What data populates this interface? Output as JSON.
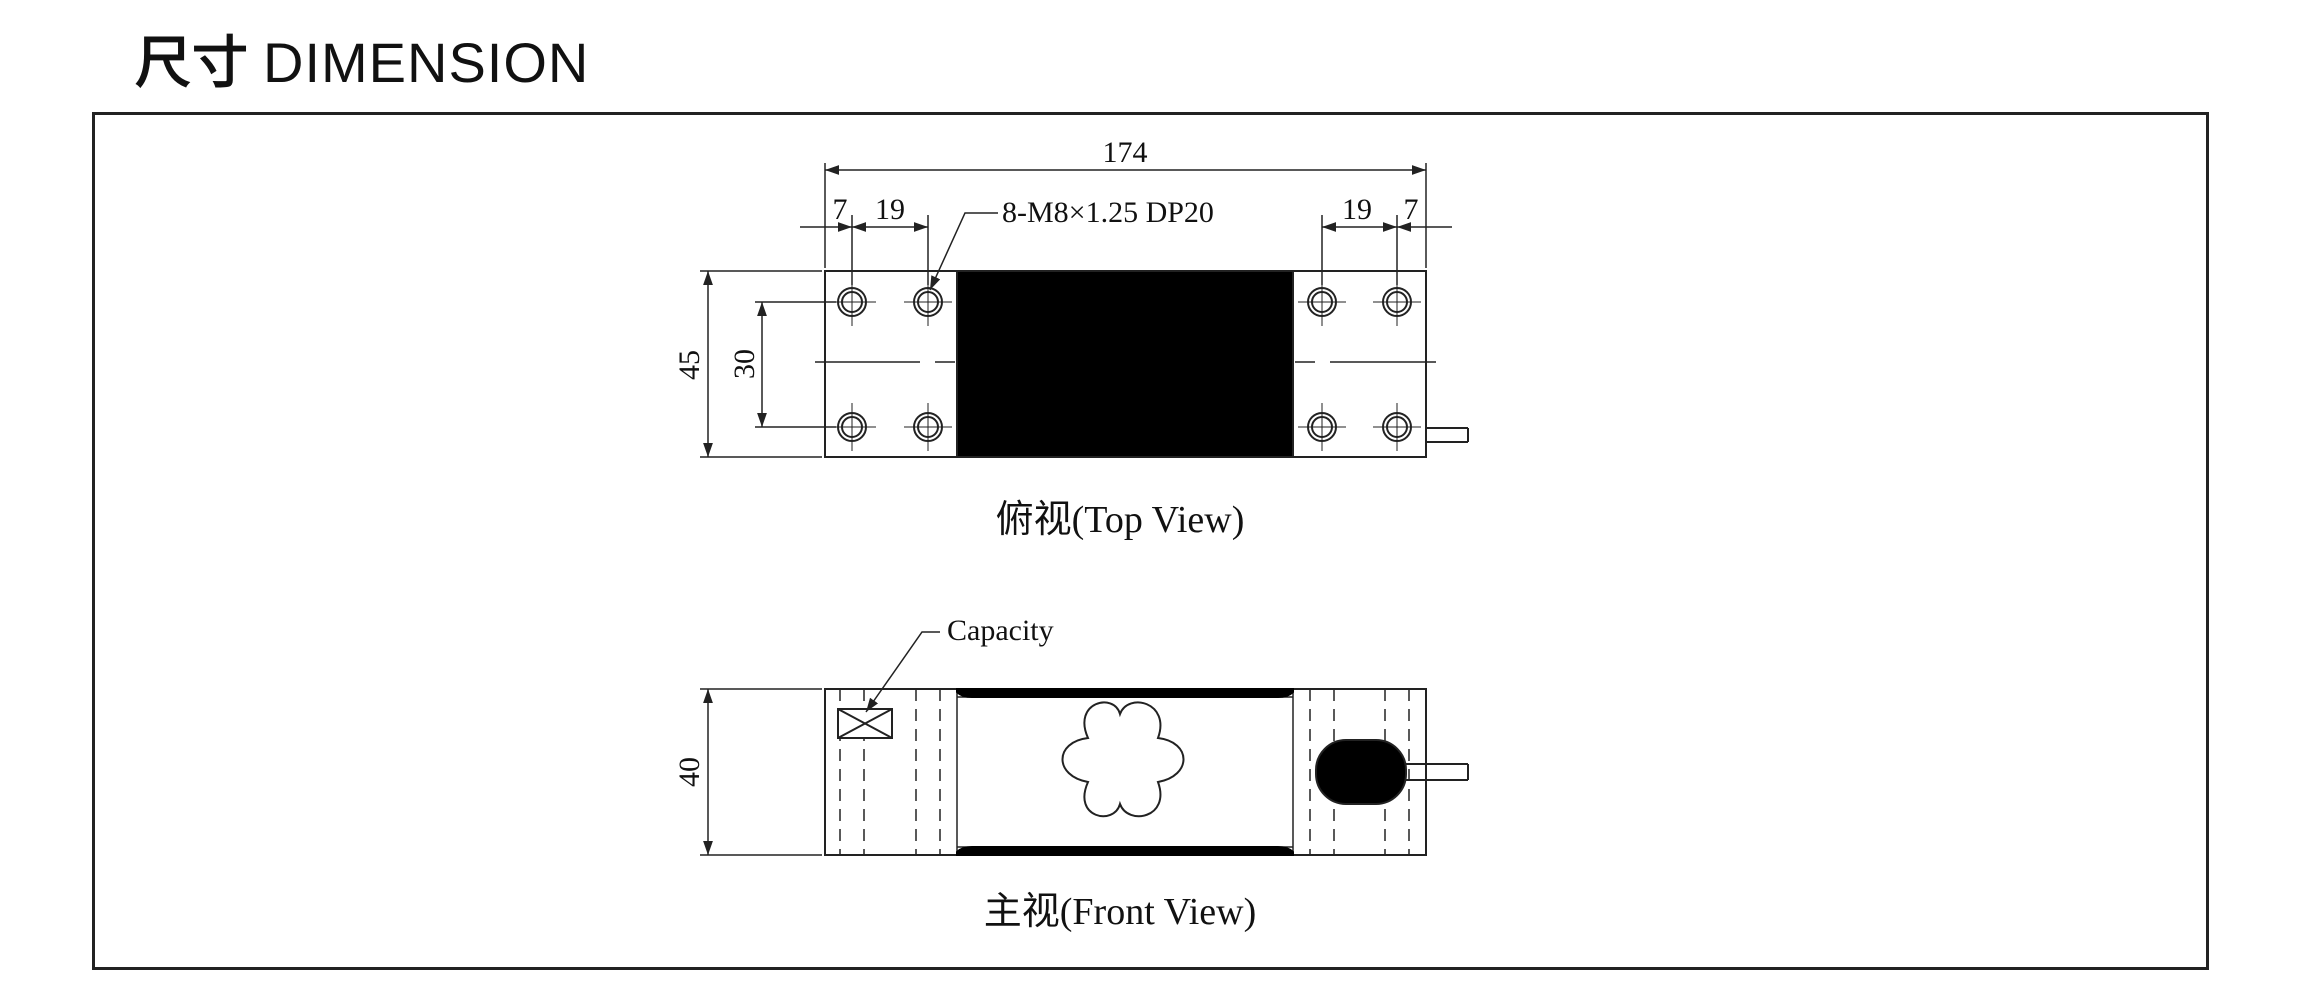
{
  "title": {
    "cn": "尺寸",
    "en": "DIMENSION"
  },
  "top_view": {
    "label": "俯视(Top View)",
    "dim_overall_length": "174",
    "dim_edge_left": "7",
    "dim_pitch_left": "19",
    "dim_pitch_right": "19",
    "dim_edge_right": "7",
    "dim_width": "45",
    "dim_hole_spacing": "30",
    "hole_callout": "8-M8×1.25 DP20"
  },
  "front_view": {
    "label": "主视(Front View)",
    "dim_height": "40",
    "capacity_callout": "Capacity"
  },
  "colors": {
    "line": "#222222",
    "fill": "#000000"
  }
}
